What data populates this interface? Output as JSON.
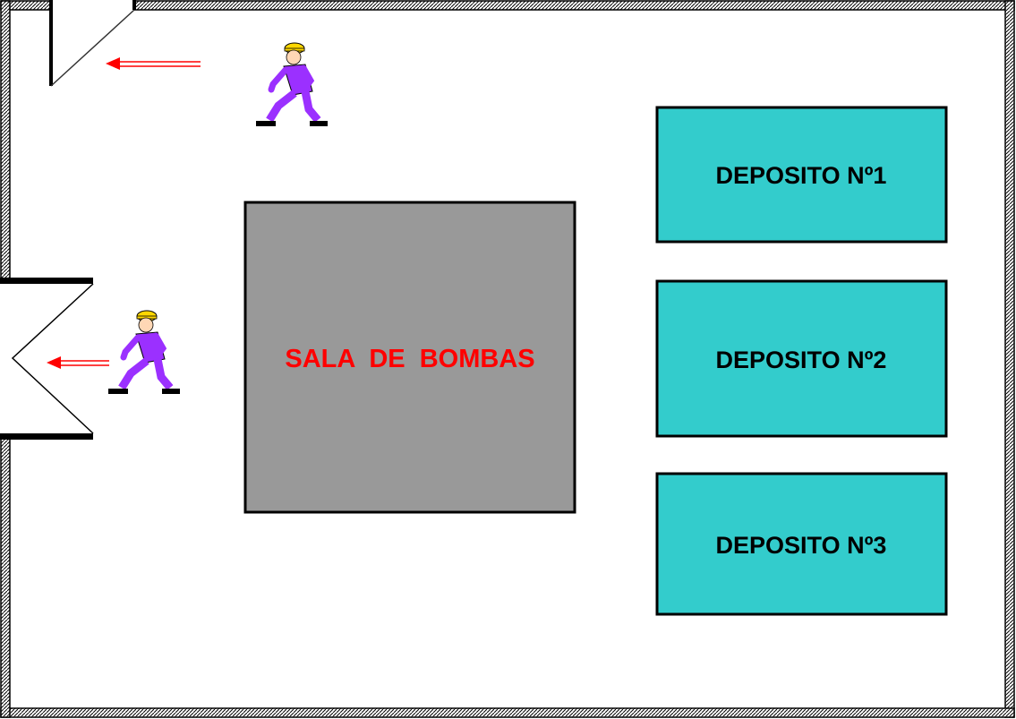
{
  "plan": {
    "pump_room": {
      "label": "SALA  DE  BOMBAS",
      "fill": "#999999",
      "text_color": "#ff0000"
    },
    "deposits": [
      {
        "label": "DEPOSITO Nº1"
      },
      {
        "label": "DEPOSITO Nº2"
      },
      {
        "label": "DEPOSITO Nº3"
      }
    ],
    "deposit_fill": "#33cccc",
    "arrow_color": "#ff0000",
    "worker_colors": {
      "suit": "#9b30ff",
      "helmet": "#ffd700"
    },
    "exits": [
      "upper-door",
      "side-door"
    ]
  }
}
